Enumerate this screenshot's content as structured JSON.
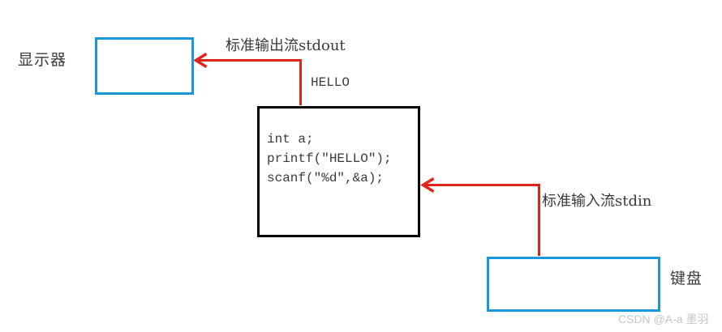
{
  "diagram": {
    "display_label": "显示器",
    "keyboard_label": "键盘",
    "stdout_label": "标准输出流stdout",
    "stdin_label": "标准输入流stdin",
    "output_value": "HELLO",
    "code_lines": [
      "int a;",
      "printf(″HELLO″);",
      "scanf(″%d″,&a);"
    ],
    "watermark": "CSDN @A-a 墨羽",
    "colors": {
      "device_box_blue": "#1797dd",
      "arrow_red": "#e2231a",
      "code_box_border": "#000000",
      "text": "#3a3a3a",
      "watermark_gray": "#c3c7ca"
    }
  }
}
